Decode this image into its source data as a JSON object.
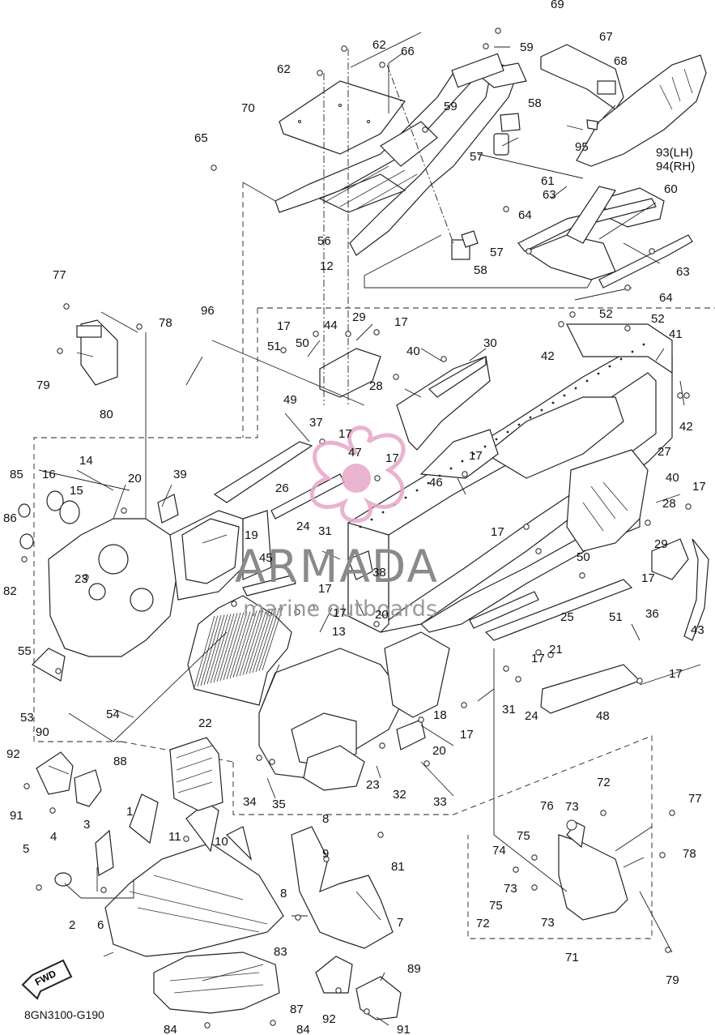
{
  "diagram": {
    "drawing_code": "8GN3100-G190",
    "direction_badge": "FWD",
    "watermark": {
      "brand": "ARMADA",
      "tagline": "marine outboards",
      "logo_color": "#e7a6c8"
    },
    "callouts": [
      "1",
      "2",
      "3",
      "4",
      "5",
      "6",
      "7",
      "8",
      "9",
      "10",
      "11",
      "12",
      "13",
      "14",
      "15",
      "16",
      "17",
      "18",
      "19",
      "20",
      "21",
      "22",
      "23",
      "24",
      "25",
      "26",
      "27",
      "28",
      "29",
      "30",
      "31",
      "32",
      "33",
      "34",
      "35",
      "36",
      "37",
      "38",
      "39",
      "40",
      "41",
      "42",
      "43",
      "44",
      "45",
      "46",
      "47",
      "48",
      "49",
      "50",
      "51",
      "52",
      "53",
      "54",
      "55",
      "56",
      "57",
      "58",
      "59",
      "60",
      "61",
      "62",
      "63",
      "64",
      "65",
      "66",
      "67",
      "68",
      "69",
      "70",
      "71",
      "72",
      "73",
      "74",
      "75",
      "76",
      "77",
      "78",
      "79",
      "80",
      "81",
      "82",
      "83",
      "84",
      "85",
      "86",
      "87",
      "88",
      "89",
      "90",
      "91",
      "92",
      "93(LH)",
      "94(RH)",
      "95",
      "96"
    ]
  }
}
